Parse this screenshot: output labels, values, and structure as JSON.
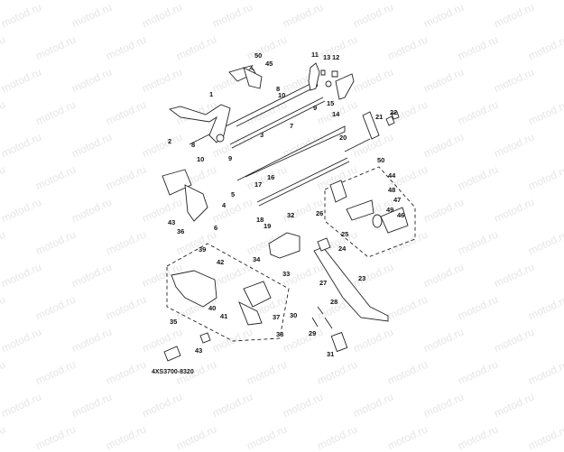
{
  "watermark_text": "motod.ru",
  "diagram_code": "4XS3700-8320",
  "parts": [
    {
      "id": "1"
    },
    {
      "id": "2"
    },
    {
      "id": "3"
    },
    {
      "id": "4"
    },
    {
      "id": "5"
    },
    {
      "id": "6"
    },
    {
      "id": "7"
    },
    {
      "id": "8"
    },
    {
      "id": "9"
    },
    {
      "id": "10"
    },
    {
      "id": "11"
    },
    {
      "id": "12"
    },
    {
      "id": "13"
    },
    {
      "id": "14"
    },
    {
      "id": "15"
    },
    {
      "id": "16"
    },
    {
      "id": "17"
    },
    {
      "id": "18"
    },
    {
      "id": "19"
    },
    {
      "id": "20"
    },
    {
      "id": "21"
    },
    {
      "id": "22"
    },
    {
      "id": "23"
    },
    {
      "id": "24"
    },
    {
      "id": "25"
    },
    {
      "id": "26"
    },
    {
      "id": "27"
    },
    {
      "id": "28"
    },
    {
      "id": "29"
    },
    {
      "id": "30"
    },
    {
      "id": "31"
    },
    {
      "id": "32"
    },
    {
      "id": "33"
    },
    {
      "id": "34"
    },
    {
      "id": "35"
    },
    {
      "id": "36"
    },
    {
      "id": "37"
    },
    {
      "id": "38"
    },
    {
      "id": "39"
    },
    {
      "id": "40"
    },
    {
      "id": "41"
    },
    {
      "id": "42"
    },
    {
      "id": "43"
    },
    {
      "id": "44"
    },
    {
      "id": "45"
    },
    {
      "id": "46"
    },
    {
      "id": "47"
    },
    {
      "id": "48"
    },
    {
      "id": "49"
    },
    {
      "id": "50"
    }
  ],
  "labels": {
    "l50a": "50",
    "l45": "45",
    "l1": "1",
    "l2": "2",
    "l3": "3",
    "l8a": "8",
    "l10a": "10",
    "l9a": "9",
    "l11": "11",
    "l13": "13",
    "l12": "12",
    "l8b": "8",
    "l10b": "10",
    "l9b": "9",
    "l15": "15",
    "l14": "14",
    "l7": "7",
    "l21": "21",
    "l22": "22",
    "l20": "20",
    "l50b": "50",
    "l44": "44",
    "l16": "16",
    "l17": "17",
    "l18": "18",
    "l19": "19",
    "l4": "4",
    "l5": "5",
    "l6": "6",
    "l43a": "43",
    "l36": "36",
    "l48": "48",
    "l47": "47",
    "l49": "49",
    "l46": "46",
    "l32": "32",
    "l26": "26",
    "l25": "25",
    "l24": "24",
    "l34": "34",
    "l33": "33",
    "l27": "27",
    "l23": "23",
    "l39": "39",
    "l42": "42",
    "l35": "35",
    "l40": "40",
    "l41": "41",
    "l37": "37",
    "l38": "38",
    "l28": "28",
    "l30": "30",
    "l29": "29",
    "l31": "31",
    "l43b": "43"
  }
}
